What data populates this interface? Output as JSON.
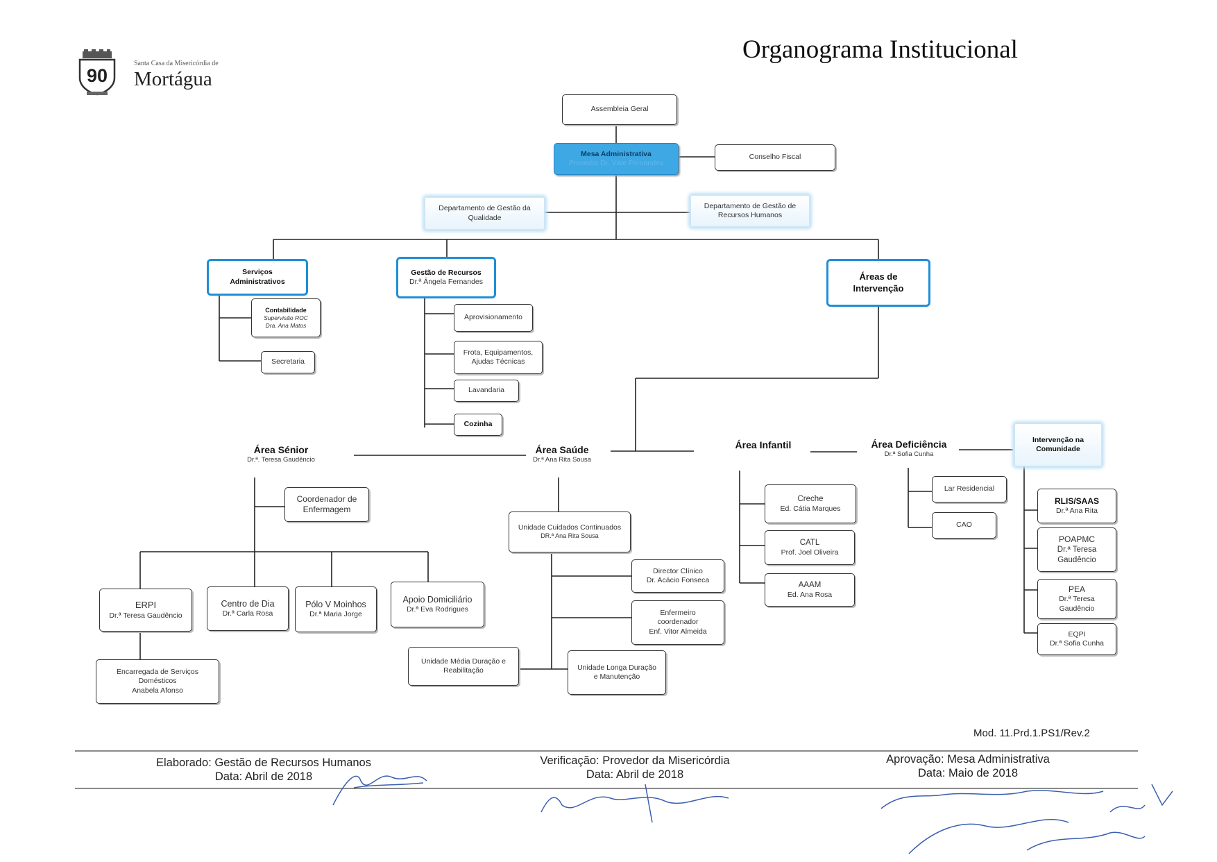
{
  "header": {
    "title": "Organograma Institucional",
    "logo_subtitle": "Santa Casa da Misericórdia de",
    "logo_name": "Mortágua"
  },
  "nodes": {
    "assembleia": "Assembleia Geral",
    "mesa": [
      "Mesa Administrativa",
      "Provedor Dr. Vitor Fernandes"
    ],
    "conselho": "Conselho Fiscal",
    "dep_qualidade": [
      "Departamento de Gestão da",
      "Qualidade"
    ],
    "dep_rh": [
      "Departamento de Gestão de",
      "Recursos Humanos"
    ],
    "servicos_admin": [
      "Serviços",
      "Administrativos"
    ],
    "contabilidade": [
      "Contabilidade",
      "Supervisão ROC",
      "Dra. Ana Matos"
    ],
    "secretaria": "Secretaria",
    "gestao_recursos": [
      "Gestão de Recursos",
      "Dr.ª Ângela Fernandes"
    ],
    "aprovisionamento": "Aprovisionamento",
    "frota": [
      "Frota, Equipamentos,",
      "Ajudas Técnicas"
    ],
    "lavandaria": "Lavandaria",
    "cozinha": "Cozinha",
    "areas_intervencao": [
      "Áreas de",
      "Intervenção"
    ],
    "area_senior": [
      "Área Sénior",
      "Dr.ª. Teresa Gaudêncio"
    ],
    "coord_enfermagem": [
      "Coordenador de",
      "Enfermagem"
    ],
    "erpi": [
      "ERPI",
      "Dr.ª Teresa Gaudêncio"
    ],
    "centro_dia": [
      "Centro de Dia",
      "Dr.ª Carla Rosa"
    ],
    "polo_moinhos": [
      "Pólo V Moinhos",
      "Dr.ª Maria Jorge"
    ],
    "apoio_domiciliario": [
      "Apoio Domiciliário",
      "Dr.ª Eva Rodrigues"
    ],
    "encarregada": [
      "Encarregada de Serviços",
      "Domésticos",
      "Anabela Afonso"
    ],
    "area_saude": [
      "Área Saúde",
      "Dr.ª Ana Rita Sousa"
    ],
    "ucc": [
      "Unidade Cuidados Continuados",
      "DR.ª Ana Rita Sousa"
    ],
    "director_clinico": [
      "Director Clínico",
      "Dr. Acácio Fonseca"
    ],
    "enfermeiro": [
      "Enfermeiro",
      "coordenador",
      "Enf. Vitor Almeida"
    ],
    "umdr": [
      "Unidade Média Duração e",
      "Reabilitação"
    ],
    "uldm": [
      "Unidade Longa Duração",
      "e Manutenção"
    ],
    "area_infantil": "Área Infantil",
    "creche": [
      "Creche",
      "Ed. Cátia Marques"
    ],
    "catl": [
      "CATL",
      "Prof. Joel Oliveira"
    ],
    "aaam": [
      "AAAM",
      "Ed. Ana Rosa"
    ],
    "area_deficiencia": [
      "Área Deficiência",
      "Dr.ª Sofia Cunha"
    ],
    "lar_residencial": "Lar Residencial",
    "cao": "CAO",
    "intervencao_comunidade": [
      "Intervenção na",
      "Comunidade"
    ],
    "rlis": [
      "RLIS/SAAS",
      "Dr.ª Ana Rita"
    ],
    "poapmc": [
      "POAPMC",
      "Dr.ª Teresa",
      "Gaudêncio"
    ],
    "pea": [
      "PEA",
      "Dr.ª Teresa",
      "Gaudêncio"
    ],
    "eqpi": [
      "EQPI",
      "Dr.ª Sofia Cunha"
    ]
  },
  "footer": {
    "mod": "Mod. 11.Prd.1.PS1/Rev.2",
    "elaborado": "Elaborado: Gestão de Recursos Humanos",
    "elaborado_data": "Data: Abril de 2018",
    "verificacao": "Verificação: Provedor da Misericórdia",
    "verificacao_data": "Data: Abril de 2018",
    "aprovacao": "Aprovação: Mesa Administrativa",
    "aprovacao_data": "Data: Maio de 2018"
  },
  "colors": {
    "accent_blue": "#1e8fd6",
    "mesa_fill": "#3ea8e4",
    "signature_ink": "#3b5fb0"
  }
}
